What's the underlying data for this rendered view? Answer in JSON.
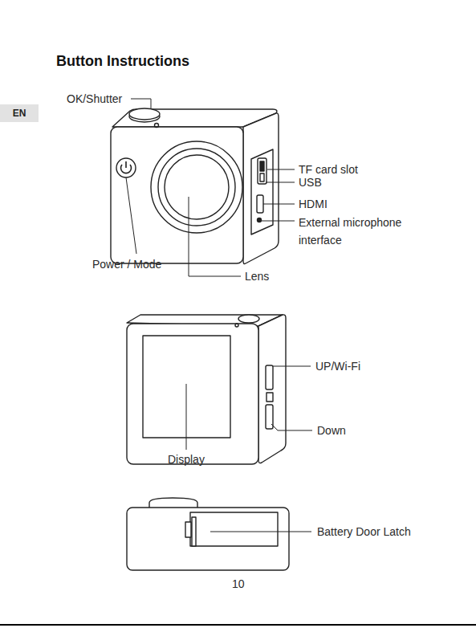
{
  "diagram": {
    "title": "Button Instructions",
    "nodes": [
      {
        "text": [
          "EN"
        ]
      }
    ],
    "labels": [
      "OK/Shutter",
      "TF card slot",
      "USB",
      "HDMI",
      "External microphone interface",
      "Power / Mode",
      "Lens",
      "UP/Wi-Fi",
      "Down",
      "Display",
      "Battery Door Latch",
      "10"
    ]
  }
}
